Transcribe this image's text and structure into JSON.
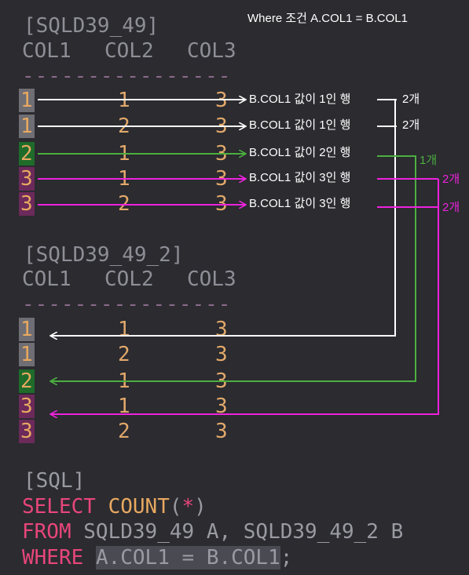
{
  "title": "Where 조건 A.COL1 = B.COL1",
  "table1": {
    "name": "[SQLD39_49]",
    "columns": [
      "COL1",
      "COL2",
      "COL3"
    ],
    "divider": "----------------",
    "rows": [
      {
        "col1": "1",
        "col2": "1",
        "col3": "3"
      },
      {
        "col1": "1",
        "col2": "2",
        "col3": "3"
      },
      {
        "col1": "2",
        "col2": "1",
        "col3": "3"
      },
      {
        "col1": "3",
        "col2": "1",
        "col3": "3"
      },
      {
        "col1": "3",
        "col2": "2",
        "col3": "3"
      }
    ]
  },
  "table2": {
    "name": "[SQLD39_49_2]",
    "columns": [
      "COL1",
      "COL2",
      "COL3"
    ],
    "divider": "----------------",
    "rows": [
      {
        "col1": "1",
        "col2": "1",
        "col3": "3"
      },
      {
        "col1": "1",
        "col2": "2",
        "col3": "3"
      },
      {
        "col1": "2",
        "col2": "1",
        "col3": "3"
      },
      {
        "col1": "3",
        "col2": "1",
        "col3": "3"
      },
      {
        "col1": "3",
        "col2": "2",
        "col3": "3"
      }
    ]
  },
  "annotations": [
    "B.COL1 값이 1인 행",
    "B.COL1 값이 1인 행",
    "B.COL1 값이 2인 행",
    "B.COL1 값이 3인 행",
    "B.COL1 값이 3인 행"
  ],
  "counts": [
    "2개",
    "2개",
    "1개",
    "2개",
    "2개"
  ],
  "colors": {
    "white": "#ffffff",
    "green": "#4caf3f",
    "magenta": "#ee22dd",
    "badge_gray": "#6e6e74",
    "badge_green": "#1f6b2a",
    "badge_purple": "#6b2a5a"
  },
  "sql": {
    "label": "[SQL]",
    "select_kw": "SELECT",
    "count_fn": "COUNT",
    "count_open": "(",
    "count_star": "*",
    "count_close": ")",
    "from_kw": "FROM",
    "from_rest": "SQLD39_49 A, SQLD39_49_2 B",
    "where_kw": "WHERE",
    "where_cond": "A.COL1 = B.COL1",
    "where_end": ";"
  }
}
